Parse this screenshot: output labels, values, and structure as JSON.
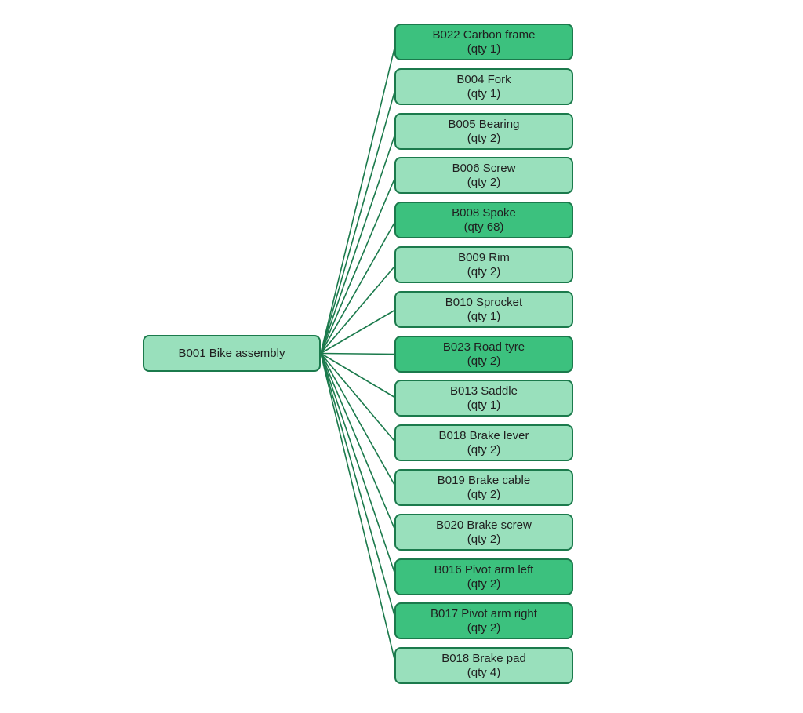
{
  "diagram": {
    "colors": {
      "light_fill": "#99e0bc",
      "dark_fill": "#3cc17e",
      "stroke": "#1b7a4c",
      "text": "#1f1f1f",
      "background": "#ffffff"
    },
    "root": {
      "label": "B001 Bike assembly",
      "variant": "light"
    },
    "children": [
      {
        "label": "B022 Carbon frame",
        "qty_label": "(qty 1)",
        "variant": "dark"
      },
      {
        "label": "B004 Fork",
        "qty_label": "(qty 1)",
        "variant": "light"
      },
      {
        "label": "B005 Bearing",
        "qty_label": "(qty 2)",
        "variant": "light"
      },
      {
        "label": "B006 Screw",
        "qty_label": "(qty 2)",
        "variant": "light"
      },
      {
        "label": "B008 Spoke",
        "qty_label": "(qty 68)",
        "variant": "dark"
      },
      {
        "label": "B009 Rim",
        "qty_label": "(qty 2)",
        "variant": "light"
      },
      {
        "label": "B010 Sprocket",
        "qty_label": "(qty 1)",
        "variant": "light"
      },
      {
        "label": "B023 Road tyre",
        "qty_label": "(qty 2)",
        "variant": "dark"
      },
      {
        "label": "B013 Saddle",
        "qty_label": "(qty 1)",
        "variant": "light"
      },
      {
        "label": "B018 Brake lever",
        "qty_label": "(qty 2)",
        "variant": "light"
      },
      {
        "label": "B019 Brake cable",
        "qty_label": "(qty 2)",
        "variant": "light"
      },
      {
        "label": "B020 Brake screw",
        "qty_label": "(qty 2)",
        "variant": "light"
      },
      {
        "label": "B016 Pivot arm left",
        "qty_label": "(qty 2)",
        "variant": "dark"
      },
      {
        "label": "B017 Pivot arm right",
        "qty_label": "(qty 2)",
        "variant": "dark"
      },
      {
        "label": "B018 Brake pad",
        "qty_label": "(qty 4)",
        "variant": "light"
      }
    ]
  }
}
